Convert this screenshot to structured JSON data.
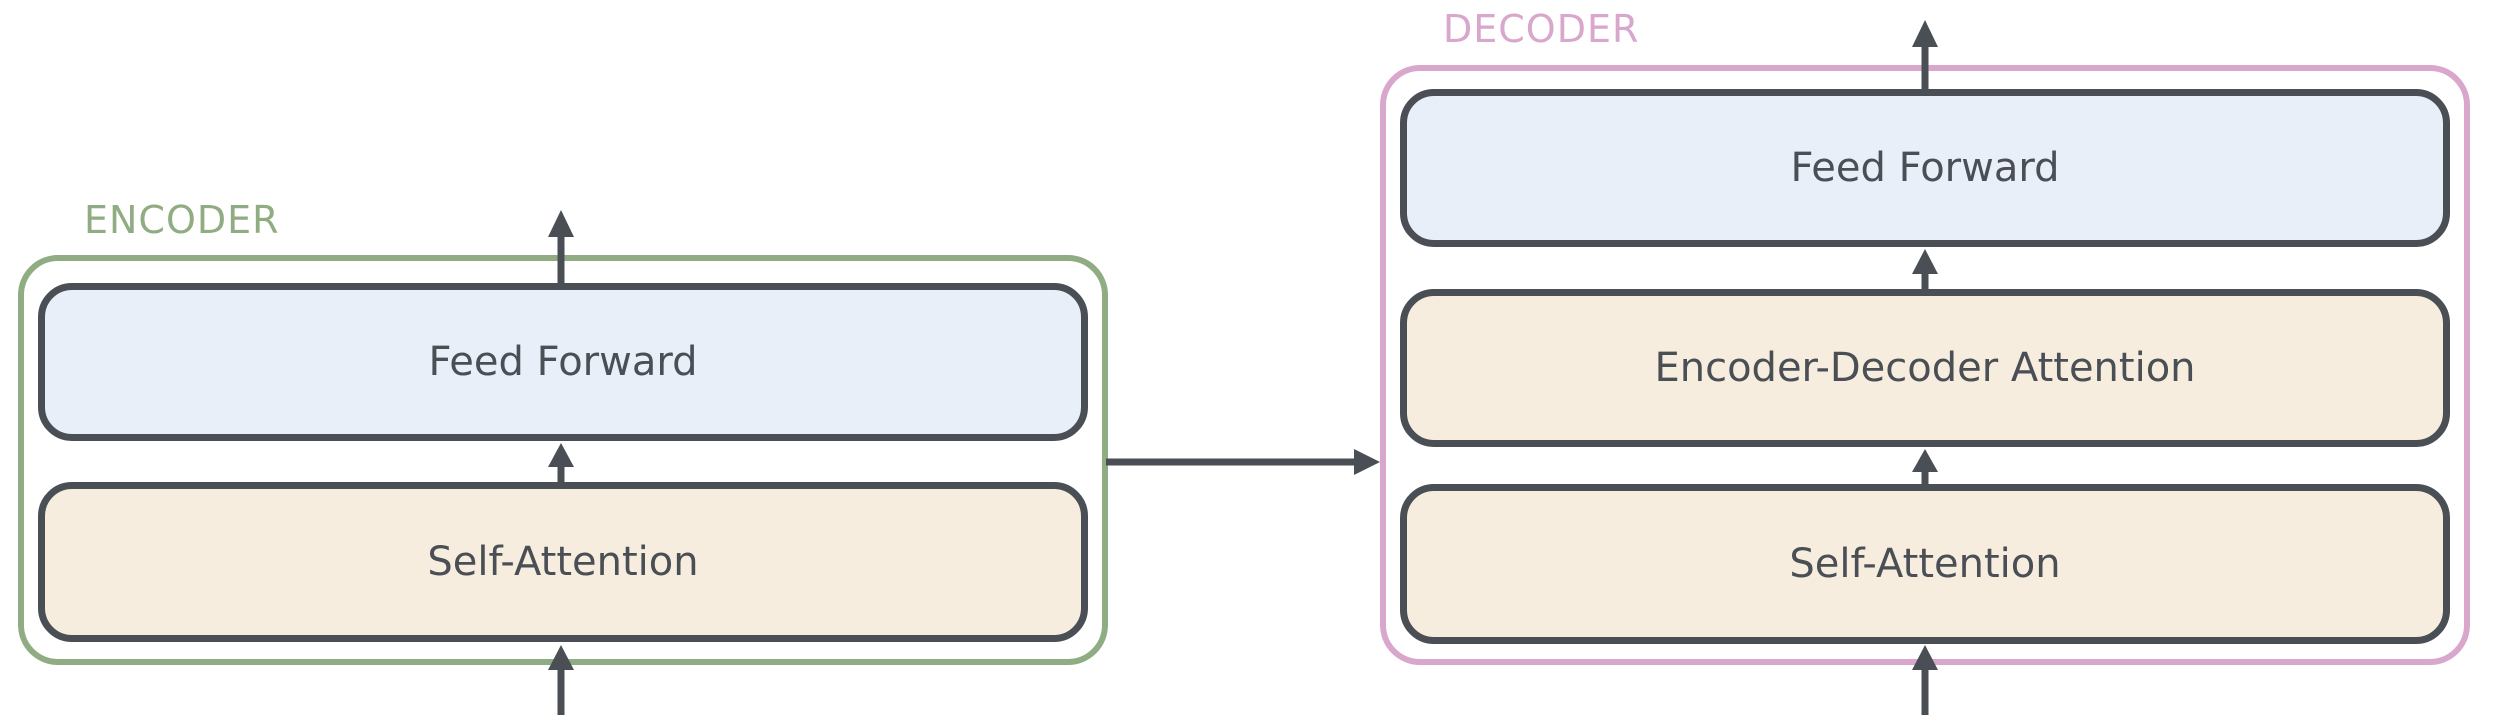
{
  "encoder": {
    "label": "ENCODER",
    "feed_forward": "Feed Forward",
    "self_attention": "Self-Attention"
  },
  "decoder": {
    "label": "DECODER",
    "feed_forward": "Feed Forward",
    "encoder_decoder_attention": "Encoder-Decoder Attention",
    "self_attention": "Self-Attention"
  },
  "colors": {
    "encoder_border": "#8fac82",
    "decoder_border": "#d9a6cc",
    "layer_border": "#4a4e55",
    "feed_forward_fill": "#e8eff9",
    "attention_fill": "#f7edde",
    "arrow": "#4a4e55"
  }
}
